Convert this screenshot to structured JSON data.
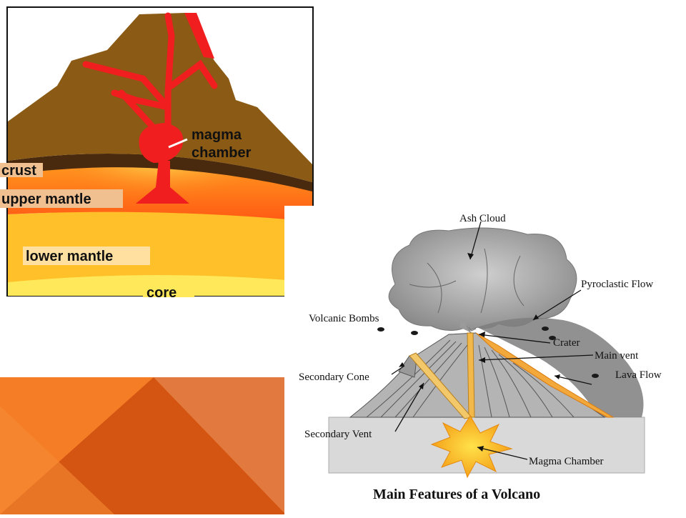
{
  "colors": {
    "accent_orange": "#f47d26",
    "accent_dark": "#d45512",
    "accent_light": "#e07a40",
    "magma_red": "#f01e1e",
    "mountain_brown": "#8b5a14"
  },
  "left_diagram": {
    "labels": {
      "magma_chamber_line1": "magma",
      "magma_chamber_line2": "chamber",
      "crust": "crust",
      "upper_mantle": "upper mantle",
      "lower_mantle": "lower mantle",
      "core": "core"
    }
  },
  "right_diagram": {
    "title": "Main Features of a Volcano",
    "labels": {
      "ash_cloud": "Ash Cloud",
      "pyroclastic_flow": "Pyroclastic Flow",
      "volcanic_bombs": "Volcanic Bombs",
      "crater": "Crater",
      "main_vent": "Main vent",
      "secondary_cone": "Secondary Cone",
      "lava_flow": "Lava Flow",
      "secondary_vent": "Secondary Vent",
      "magma_chamber": "Magma Chamber"
    }
  }
}
